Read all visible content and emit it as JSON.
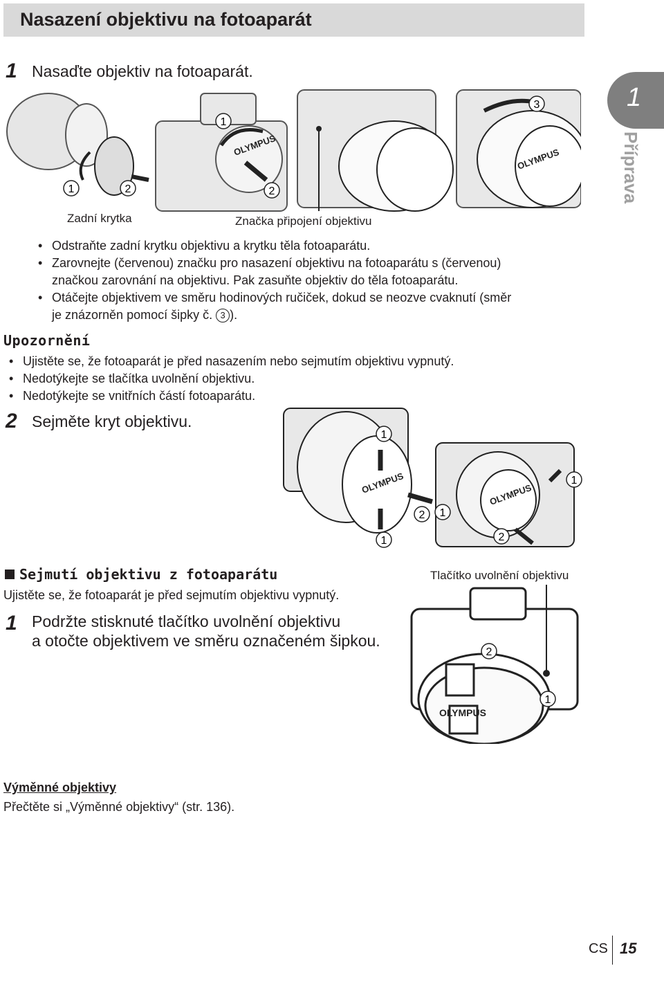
{
  "header": {
    "title": "Nasazení objektivu na fotoaparát"
  },
  "side_tab": {
    "number": "1",
    "label": "Příprava"
  },
  "step1": {
    "number": "1",
    "title": "Nasaďte objektiv na fotoaparát.",
    "figure_labels": {
      "rear_cap": "Zadní krytka",
      "mount_mark": "Značka připojení objektivu"
    },
    "markers": [
      "1",
      "2",
      "1",
      "2",
      "3"
    ],
    "bullets": [
      "Odstraňte zadní krytku objektivu a krytku těla fotoaparátu.",
      "Zarovnejte (červenou) značku pro nasazení objektivu na fotoaparátu s (červenou)",
      "značkou zarovnání na objektivu. Pak zasuňte objektiv do těla fotoaparátu.",
      "Otáčejte objektivem ve směru hodinových ručiček, dokud se neozve cvaknutí (směr",
      "je znázorněn pomocí šipky č."
    ],
    "arrow_ref": "3",
    "arrow_ref_suffix": ")."
  },
  "caution": {
    "heading": "Upozornění",
    "items": [
      "Ujistěte se, že fotoaparát je před nasazením nebo sejmutím objektivu vypnutý.",
      "Nedotýkejte se tlačítka uvolnění objektivu.",
      "Nedotýkejte se vnitřních částí fotoaparátu."
    ]
  },
  "step2": {
    "number": "2",
    "title": "Sejměte kryt objektivu."
  },
  "removal": {
    "heading": "Sejmutí objektivu z fotoaparátu",
    "note": "Ujistěte se, že fotoaparát je před sejmutím objektivu vypnutý.",
    "step_number": "1",
    "step_line1": "Podržte stisknuté tlačítko uvolnění objektivu",
    "step_line2": "a otočte objektivem ve směru označeném šipkou.",
    "release_label": "Tlačítko uvolnění objektivu"
  },
  "brand": "OLYMPUS",
  "interchangeable": {
    "heading": "Výměnné objektivy",
    "text": "Přečtěte si „Výměnné objektivy“ (str. 136)."
  },
  "footer": {
    "lang": "CS",
    "page": "15"
  }
}
